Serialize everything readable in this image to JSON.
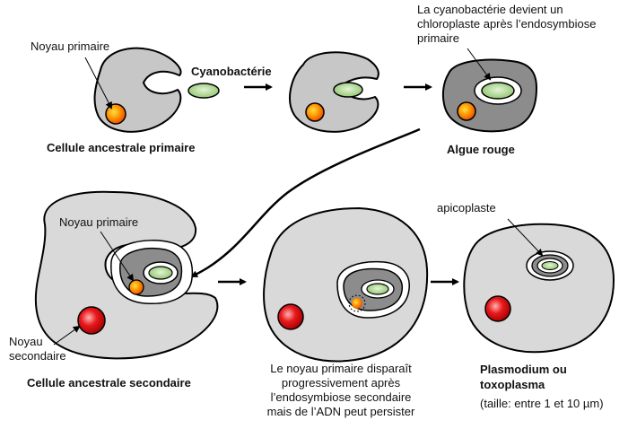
{
  "labels": {
    "noyau_primaire_1": "Noyau primaire",
    "cyanobacterie": "Cyanobactérie",
    "cellule_primaire": "Cellule ancestrale primaire",
    "chloroplaste_lines": [
      "La cyanobactérie devient un",
      "chloroplaste après l’endosymbiose",
      "primaire"
    ],
    "algue_rouge": "Algue rouge",
    "noyau_primaire_2": "Noyau primaire",
    "noyau_secondaire_lines": [
      "Noyau",
      "secondaire"
    ],
    "cellule_secondaire": "Cellule ancestrale secondaire",
    "disparition_lines": [
      "Le noyau primaire disparaît",
      "progressivement après",
      "l’endosymbiose secondaire",
      "mais de l’ADN peut persister"
    ],
    "apicoplaste": "apicoplaste",
    "plasmodium_lines": [
      "Plasmodium ou",
      "toxoplasma"
    ],
    "taille": "(taille: entre 1 et 10 µm)"
  },
  "colors": {
    "cell_light": "#d9d9d9",
    "cell_dark": "#8c8c8c",
    "chloroplast": "#a9d18e",
    "nucleus_primary": "#ff7a00",
    "nucleus_secondary": "#e8191c",
    "outline": "#000000"
  }
}
